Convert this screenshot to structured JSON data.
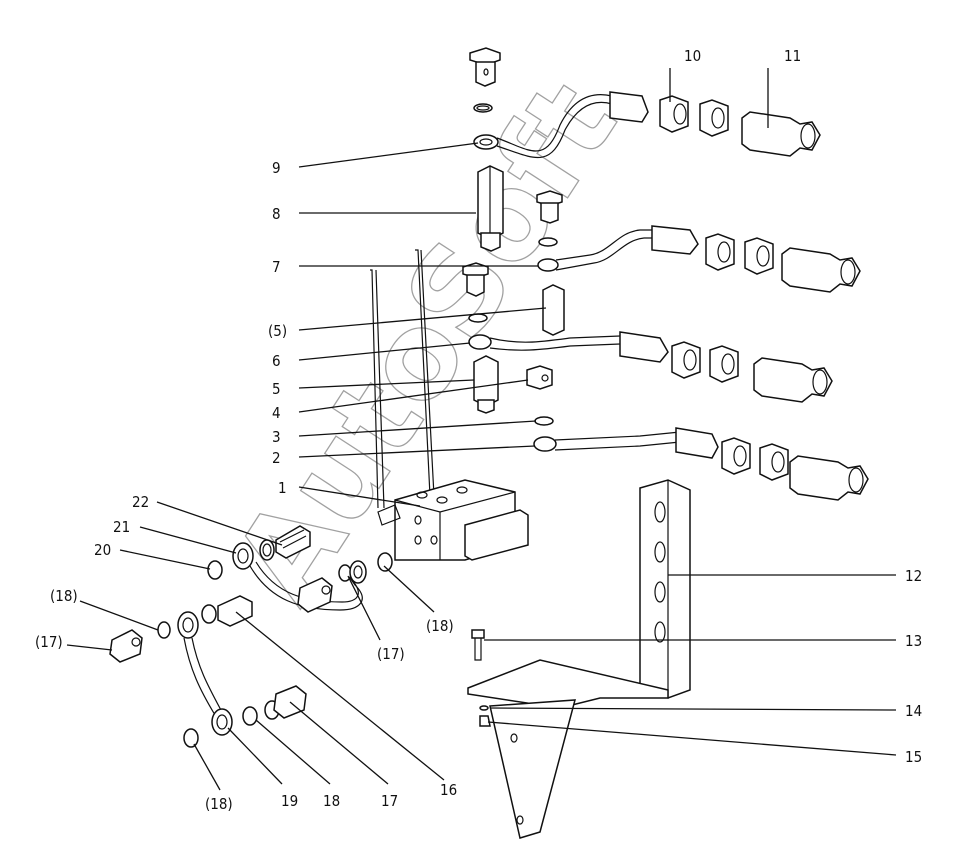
{
  "watermark": "AutoSoft",
  "callouts": [
    {
      "id": "c9",
      "text": "9"
    },
    {
      "id": "c8",
      "text": "8"
    },
    {
      "id": "c7",
      "text": "7"
    },
    {
      "id": "c5p",
      "text": "(5)"
    },
    {
      "id": "c6",
      "text": "6"
    },
    {
      "id": "c5",
      "text": "5"
    },
    {
      "id": "c4",
      "text": "4"
    },
    {
      "id": "c3",
      "text": "3"
    },
    {
      "id": "c2",
      "text": "2"
    },
    {
      "id": "c1",
      "text": "1"
    },
    {
      "id": "c22",
      "text": "22"
    },
    {
      "id": "c21",
      "text": "21"
    },
    {
      "id": "c20",
      "text": "20"
    },
    {
      "id": "c18pL",
      "text": "(18)"
    },
    {
      "id": "c17pL",
      "text": "(17)"
    },
    {
      "id": "c10",
      "text": "10"
    },
    {
      "id": "c11",
      "text": "11"
    },
    {
      "id": "c12",
      "text": "12"
    },
    {
      "id": "c13",
      "text": "13"
    },
    {
      "id": "c14",
      "text": "14"
    },
    {
      "id": "c15",
      "text": "15"
    },
    {
      "id": "c18pR",
      "text": "(18)"
    },
    {
      "id": "c17pR",
      "text": "(17)"
    },
    {
      "id": "c16",
      "text": "16"
    },
    {
      "id": "c17",
      "text": "17"
    },
    {
      "id": "c18",
      "text": "18"
    },
    {
      "id": "c19",
      "text": "19"
    },
    {
      "id": "c18pB",
      "text": "(18)"
    }
  ]
}
